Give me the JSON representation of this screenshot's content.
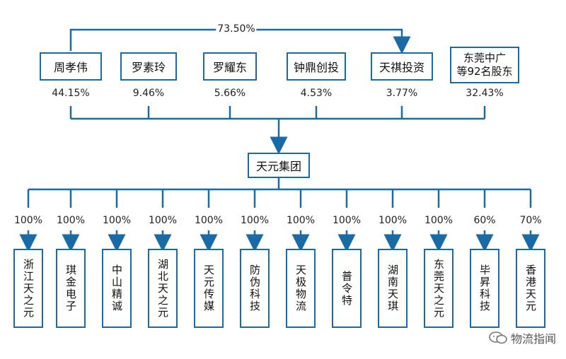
{
  "top_link_pct": "73.50%",
  "shareholders": [
    {
      "name": "周孝伟",
      "pct": "44.15%"
    },
    {
      "name": "罗素玲",
      "pct": "9.46%"
    },
    {
      "name": "罗耀东",
      "pct": "5.66%"
    },
    {
      "name": "钟鼎创投",
      "pct": "4.53%"
    },
    {
      "name": "天祺投资",
      "pct": "3.77%"
    },
    {
      "name_line1": "东莞中广",
      "name_line2": "等92名股东",
      "pct": "32.43%"
    }
  ],
  "center": "天元集团",
  "subsidiaries": [
    {
      "name": "浙江天之元",
      "pct": "100%"
    },
    {
      "name": "琪金电子",
      "pct": "100%"
    },
    {
      "name": "中山精诚",
      "pct": "100%"
    },
    {
      "name": "湖北天之元",
      "pct": "100%"
    },
    {
      "name": "天元传媒",
      "pct": "100%"
    },
    {
      "name": "防伪科技",
      "pct": "100%"
    },
    {
      "name": "天极物流",
      "pct": "100%"
    },
    {
      "name": "普令特",
      "pct": "100%"
    },
    {
      "name": "湖南天琪",
      "pct": "100%"
    },
    {
      "name": "东莞天之元",
      "pct": "100%"
    },
    {
      "name": "毕昇科技",
      "pct": "60%"
    },
    {
      "name": "香港天元",
      "pct": "70%"
    }
  ],
  "watermark": "物流指闻",
  "colors": {
    "line": "#1a6aa5",
    "box_border": "#1a6aa5"
  },
  "icons": {
    "watermark": "wechat-icon"
  }
}
